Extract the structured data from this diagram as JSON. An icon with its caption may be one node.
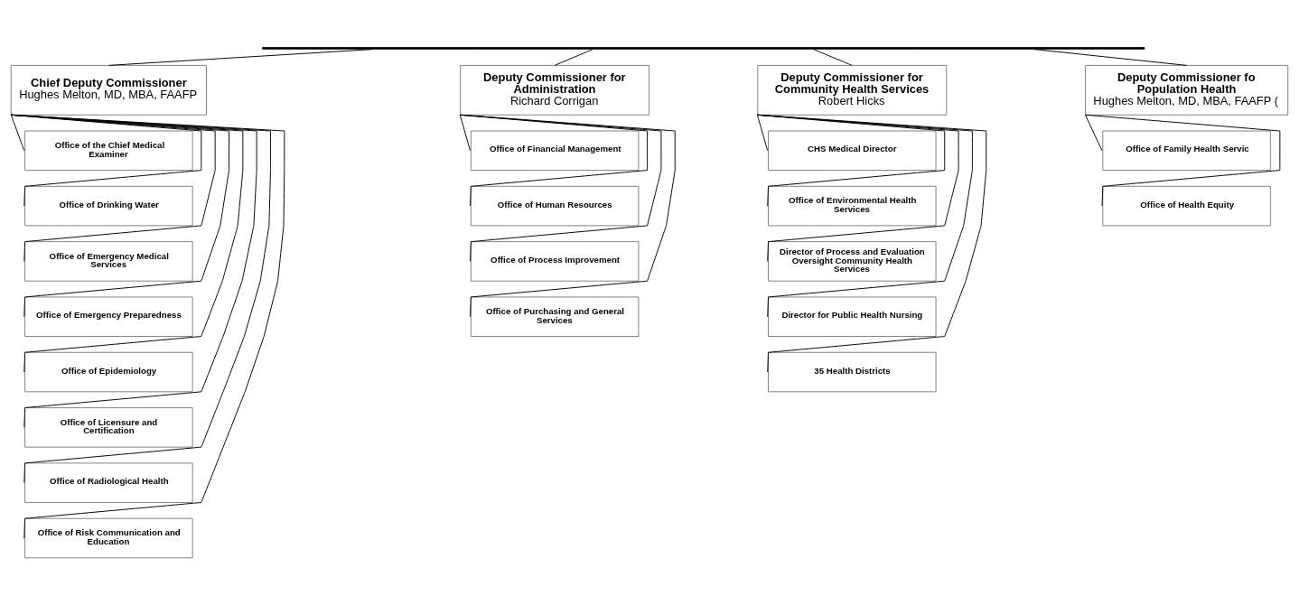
{
  "diagram": {
    "nodes": [
      {
        "text": [],
        "shape": "bar"
      },
      {
        "text": [
          "Chief Deputy Commissioner",
          "Hughes Melton, MD, MBA, FAAFP"
        ]
      },
      {
        "text": [
          "Office of the Chief Medical Examiner"
        ]
      },
      {
        "text": [
          "Office of Drinking Water"
        ]
      },
      {
        "text": [
          "Office of Emergency Medical Services"
        ]
      },
      {
        "text": [
          "Office of Emergency Preparedness"
        ]
      },
      {
        "text": [
          "Office of Epidemiology"
        ]
      },
      {
        "text": [
          "Office of Licensure and Certification"
        ]
      },
      {
        "text": [
          "Office of Radiological Health"
        ]
      },
      {
        "text": [
          "Office of Risk Communication and Education"
        ]
      },
      {
        "text": [
          "Deputy Commissioner for Administration",
          "Richard Corrigan"
        ]
      },
      {
        "text": [
          "Office of Financial Management"
        ]
      },
      {
        "text": [
          "Office of Human Resources"
        ]
      },
      {
        "text": [
          "Office of Process Improvement"
        ]
      },
      {
        "text": [
          "Office of Purchasing and General Services"
        ]
      },
      {
        "text": [
          "Deputy Commissioner for Community Health Services",
          "Robert Hicks"
        ]
      },
      {
        "text": [
          "CHS Medical Director"
        ]
      },
      {
        "text": [
          "Office of Environmental Health Services"
        ]
      },
      {
        "text": [
          "Director of Process and Evaluation Oversight Community Health Services"
        ]
      },
      {
        "text": [
          "Director for Public Health Nursing"
        ]
      },
      {
        "text": [
          "35 Health Districts"
        ]
      },
      {
        "text": [
          "Deputy Commissioner fo Population Health",
          "Hughes Melton, MD, MBA, FAAFP ("
        ]
      },
      {
        "text": [
          "Office of Family Health Servic"
        ]
      },
      {
        "text": [
          "Office of Health Equity"
        ]
      }
    ],
    "edges": [
      {
        "from": 0,
        "to": 1,
        "arrow": "none"
      },
      {
        "from": 0,
        "to": 10,
        "arrow": "none"
      },
      {
        "from": 0,
        "to": 15,
        "arrow": "none"
      },
      {
        "from": 0,
        "to": 21,
        "arrow": "none"
      },
      {
        "from": 1,
        "to": 2,
        "arrow": "none"
      },
      {
        "from": 1,
        "to": 3,
        "arrow": "none"
      },
      {
        "from": 1,
        "to": 4,
        "arrow": "none"
      },
      {
        "from": 1,
        "to": 5,
        "arrow": "none"
      },
      {
        "from": 1,
        "to": 6,
        "arrow": "none"
      },
      {
        "from": 1,
        "to": 7,
        "arrow": "none"
      },
      {
        "from": 1,
        "to": 8,
        "arrow": "none"
      },
      {
        "from": 1,
        "to": 9,
        "arrow": "none"
      },
      {
        "from": 10,
        "to": 11,
        "arrow": "none"
      },
      {
        "from": 10,
        "to": 12,
        "arrow": "none"
      },
      {
        "from": 10,
        "to": 13,
        "arrow": "none"
      },
      {
        "from": 10,
        "to": 14,
        "arrow": "none"
      },
      {
        "from": 15,
        "to": 16,
        "arrow": "none"
      },
      {
        "from": 15,
        "to": 17,
        "arrow": "none"
      },
      {
        "from": 15,
        "to": 18,
        "arrow": "none"
      },
      {
        "from": 15,
        "to": 19,
        "arrow": "none"
      },
      {
        "from": 15,
        "to": 20,
        "arrow": "none"
      },
      {
        "from": 21,
        "to": 22,
        "arrow": "none"
      },
      {
        "from": 21,
        "to": 23,
        "arrow": "none"
      }
    ]
  }
}
